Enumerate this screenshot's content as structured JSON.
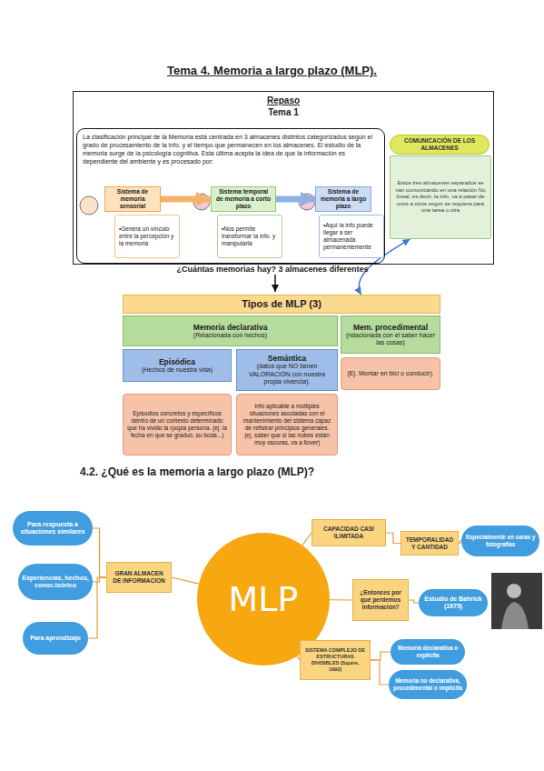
{
  "diagram": {
    "title": "Tema 4. Memoria a largo plazo (MLP).",
    "nodes": [
      {
        "text": [
          "Repaso",
          "Tema 1"
        ]
      },
      {
        "text": [
          "La clasificación principal de la Memoria está centrada en 3 almacenes distintos categorizados según el grado de procesamiento de la info. y el tiempo que permanecen en los almacenes. El estudio de la memoria surge de la psicología cognitiva. Esta última acepta la idea de que la información es dependiente del ambiente y es procesado por:"
        ],
        "in": 0
      },
      {
        "text": [
          "Sistema de memoria sensorial"
        ],
        "in": 1
      },
      {
        "text": [
          "•Genera un vínculo entre la percepción y la memoria"
        ],
        "in": 1
      },
      {
        "text": [
          "Sistema temporal de memoria a corto plazo"
        ],
        "in": 1
      },
      {
        "text": [
          "•Nos permite transformar la info. y manipularla"
        ],
        "in": 1
      },
      {
        "text": [
          "Sistema de memoria a largo plazo"
        ],
        "in": 1
      },
      {
        "text": [
          "•Aquí la info puede llegar a ser almacenada permanentemente"
        ],
        "in": 1
      },
      {
        "text": [
          "COMUNICACIÓN DE LOS ALMACENES"
        ],
        "in": 0
      },
      {
        "text": [
          "Estos tres almacenes separados se van comunicando en una relación No lineal, es decir, la info. va a pasar de unos a otros según se requiera para una tarea u otra"
        ],
        "in": 0
      },
      {
        "text": [
          "Tipos de MLP (3)"
        ]
      },
      {
        "text": [
          "Memoria declarativa",
          "(Relacionada con hechos)"
        ]
      },
      {
        "text": [
          "Mem. procedimental",
          "(relacionada con el saber hacer las cosas)"
        ]
      },
      {
        "text": [
          "Episódica",
          "(Hechos de nuestra vida)"
        ]
      },
      {
        "text": [
          "Semántica",
          "(datos que NO tienen VALORACIÓN con nuestra propia vivencia)."
        ]
      },
      {
        "text": [
          "Episodios concretos y específicos dentro de un contexto determinado que ha vivido la rpopia persona. (ej. la fecha en que se graduó, su boda...)"
        ]
      },
      {
        "text": [
          "Info aplicable a múltiples situaciones asociadas con el mantenimiento del sistema capaz de refistrar principios generales. (ej. saber que si las nubes están muy oscuras, va a llover)"
        ]
      },
      {
        "text": [
          "(Ej. Montar en bici o conducir)."
        ]
      },
      {
        "text": [
          "MLP"
        ]
      },
      {
        "text": [
          "GRAN ALMACEN DE INFORMACION"
        ]
      },
      {
        "text": [
          "Para respuesta a situaciones similares"
        ]
      },
      {
        "text": [
          "Experiencias, hechos, conoc.teórico"
        ]
      },
      {
        "text": [
          "Para aprendizaje"
        ]
      },
      {
        "text": [
          "CAPACIDAD CASI ILIMITADA"
        ]
      },
      {
        "text": [
          "TEMPORALIDAD Y CANTIDAD"
        ]
      },
      {
        "text": [
          "Especialmente en caras y fotografías"
        ]
      },
      {
        "text": [
          "¿Entonces por qué perdemos información?"
        ]
      },
      {
        "text": [
          "Estudio de Bahrick (1975)"
        ]
      },
      {
        "text": [
          "SISTEMA COMPLEJO DE ESTRUCTURAS DIVISIBLES (Squire, 1992)"
        ]
      },
      {
        "text": [
          "Memoria declarativa o explícita"
        ]
      },
      {
        "text": [
          "Memoria no declarativa, procedimental o implícita"
        ]
      }
    ],
    "edges": [
      {
        "from": 2,
        "to": 4,
        "arrow": "to"
      },
      {
        "from": 4,
        "to": 6,
        "arrow": "to"
      },
      {
        "from": 10,
        "to": 9,
        "arrow": "both"
      },
      {
        "from": 18,
        "to": 19,
        "arrow": "none"
      },
      {
        "from": 19,
        "to": 20,
        "arrow": "none"
      },
      {
        "from": 19,
        "to": 21,
        "arrow": "none"
      },
      {
        "from": 19,
        "to": 22,
        "arrow": "none"
      },
      {
        "from": 18,
        "to": 23,
        "arrow": "none"
      },
      {
        "from": 23,
        "to": 24,
        "arrow": "none"
      },
      {
        "from": 24,
        "to": 25,
        "arrow": "none"
      },
      {
        "from": 18,
        "to": 26,
        "arrow": "none"
      },
      {
        "from": 26,
        "to": 27,
        "arrow": "none"
      },
      {
        "from": 18,
        "to": 28,
        "arrow": "none"
      },
      {
        "from": 28,
        "to": 29,
        "arrow": "none"
      },
      {
        "from": 28,
        "to": 30,
        "arrow": "none"
      }
    ],
    "labels": [
      "¿Cuántas memorias hay? 3 almacenes diferentes",
      "4.2. ¿Qué es la memoria a largo plazo (MLP)?"
    ]
  }
}
